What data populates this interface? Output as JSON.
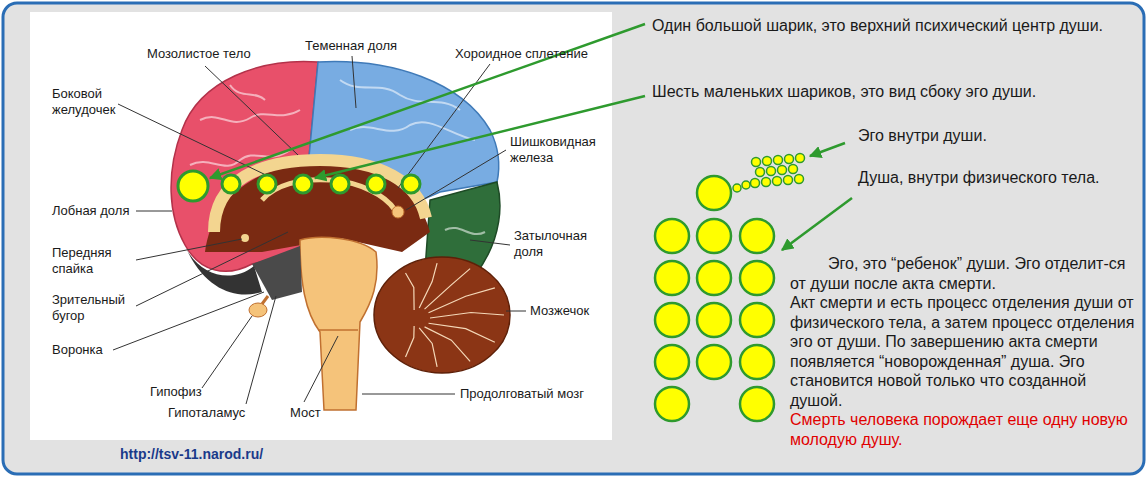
{
  "diagram": {
    "labels": [
      "Мозолистое тело",
      "Теменная доля",
      "Хороидное сплетение",
      "Боковой желудочек",
      "Шишковидная железа",
      "Лобная доля",
      "Передняя спайка",
      "Зрительный бугор",
      "Воронка",
      "Затылочная доля",
      "Мозжечок",
      "Гипофиз",
      "Гипоталамус",
      "Мост",
      "Продолговатый мозг",
      "http://tsv-11.narod.ru/",
      "Один большой шарик, это верхний психический центр души.",
      "Шесть маленьких шариков, это вид сбоку эго души.",
      "Эго внутри души.",
      "Душа, внутри физического тела.",
      "Эго, это “ребенок” души. Эго отделит-ся от души после акта смерти.",
      "Акт смерти и есть процесс отделения души от физического тела, а затем процесс отделения эго от души. По завершению акта смерти появляется “новорожденная” душа. Эго становится новой только что созданной душой.",
      "Смерть человека порождает еще одну новую молодую душу."
    ]
  }
}
